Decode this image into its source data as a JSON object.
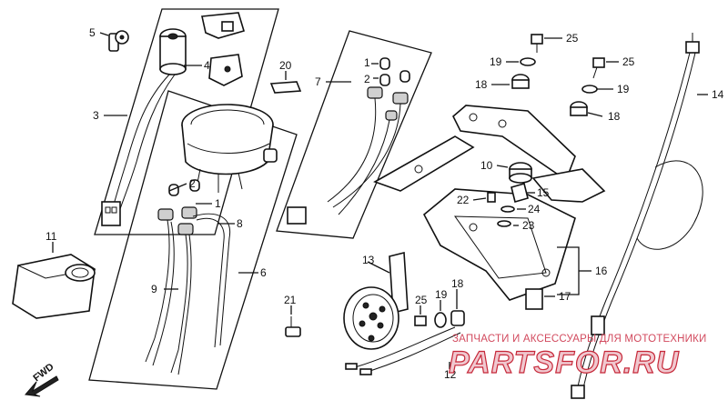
{
  "labels": {
    "n1a": "1",
    "n1b": "1",
    "n2a": "2",
    "n2b": "2",
    "n3": "3",
    "n4": "4",
    "n5": "5",
    "n6": "6",
    "n7": "7",
    "n8": "8",
    "n9": "9",
    "n10": "10",
    "n11": "11",
    "n12": "12",
    "n13": "13",
    "n14": "14",
    "n15": "15",
    "n16": "16",
    "n17": "17",
    "n18a": "18",
    "n18b": "18",
    "n18c": "18",
    "n19a": "19",
    "n19b": "19",
    "n19c": "19",
    "n20": "20",
    "n21": "21",
    "n22": "22",
    "n23": "23",
    "n24": "24",
    "n25a": "25",
    "n25b": "25",
    "n25c": "25",
    "fwd": "FWD"
  },
  "watermark": {
    "caption": "ЗАПЧАСТИ И АКСЕССУАРЫ ДЛЯ МОТОТЕХНИКИ",
    "logo": "PARTSFOR.RU"
  },
  "colors": {
    "line": "#111111",
    "watermark_text": "#d24a5e",
    "watermark_logo": "#c62839"
  }
}
